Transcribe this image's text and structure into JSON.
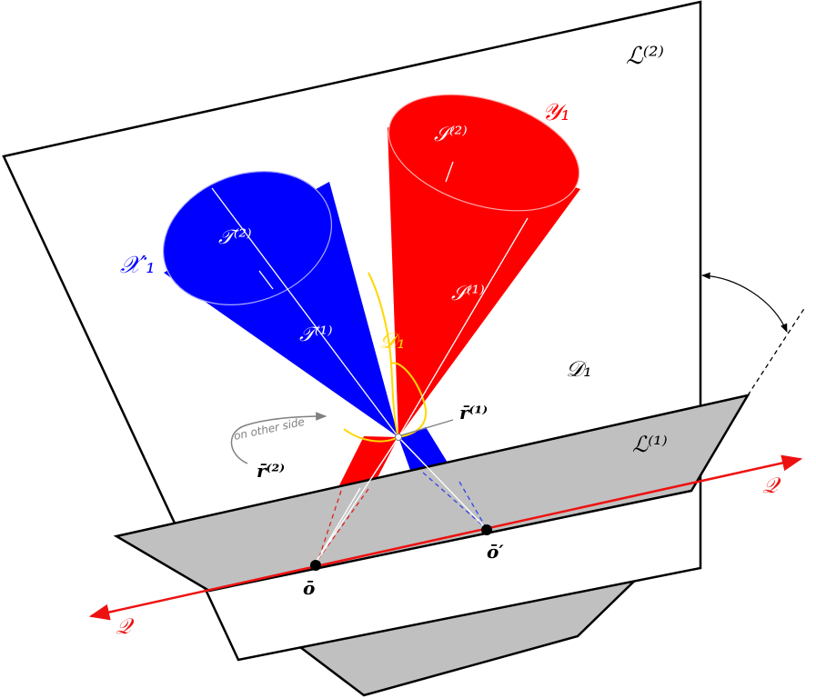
{
  "labels": {
    "plane_L2": "ℒ⁽²⁾",
    "plane_L1": "ℒ⁽¹⁾",
    "region_D1": "𝒟₁",
    "boundary_D1": "𝒟₁",
    "cone_Y1": "𝒴₁",
    "cone_X1p": "𝒳′₁",
    "axis_S2": "𝒮⁽²⁾",
    "axis_S1": "𝒮⁽¹⁾",
    "axis_T2": "𝒯⁽²⁾",
    "axis_T1": "𝒯⁽¹⁾",
    "point_r1": "r̄⁽¹⁾",
    "point_r2": "r̄⁽²⁾",
    "point_o": "ō",
    "point_oprime": "ō′",
    "line_Q_right": "𝒬",
    "line_Q_left": "𝒬",
    "note_other_side": "on other side"
  },
  "colors": {
    "blue_cone": "#0000ff",
    "red_cone": "#ff0000",
    "boundary": "#ffd700",
    "gray_plane": "#c0c0c0",
    "red_line": "#ee1111",
    "annotation": "#808080"
  }
}
